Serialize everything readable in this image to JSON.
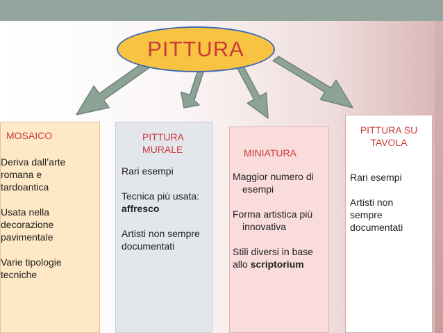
{
  "title": "PITTURA",
  "boxes": [
    {
      "heading": "MOSAICO",
      "lines": [
        "Deriva dall’arte",
        "romana e",
        "tardoantica",
        "",
        "Usata nella",
        "decorazione",
        "pavimentale",
        "",
        "Varie tipologie",
        "tecniche"
      ]
    },
    {
      "heading_lines": [
        "PITTURA",
        "MURALE"
      ],
      "lines": [
        "Rari esempi",
        "",
        "Tecnica più usata:"
      ],
      "bold_line": "affresco",
      "lines2": [
        "",
        "Artisti non sempre",
        "documentati"
      ]
    },
    {
      "heading": "MINIATURA",
      "lines": [
        "Maggior numero di",
        "esempi",
        "",
        "Forma artistica più",
        "innovativa",
        "",
        "Stili diversi in base"
      ],
      "last_prefix": "allo ",
      "last_bold": "scriptorium"
    },
    {
      "heading_lines": [
        "PITTURA SU",
        "TAVOLA"
      ],
      "lines": [
        "Rari esempi",
        "",
        "Artisti non",
        "sempre",
        "documentati"
      ]
    }
  ],
  "colors": {
    "title_text": "#c93a3a",
    "oval_fill": "#f7c341",
    "oval_border": "#3f6bb0",
    "arrow_fill": "#8ea398",
    "box1_fill": "#ffe8c6",
    "box2_fill": "#e3e7ec",
    "box3_fill": "#fbdcdc",
    "box4_fill": "#ffffff"
  }
}
